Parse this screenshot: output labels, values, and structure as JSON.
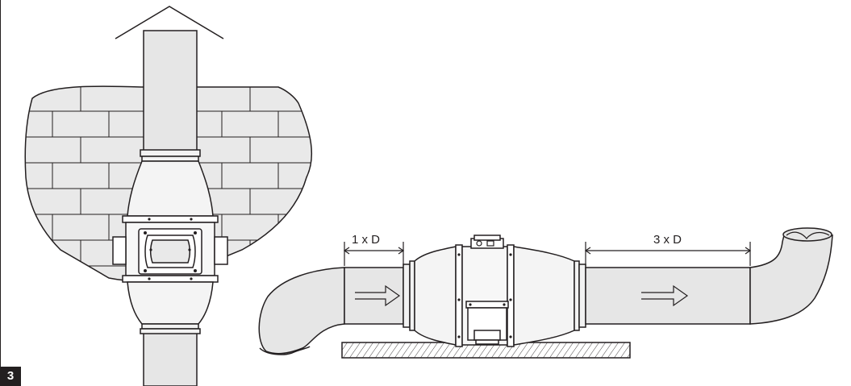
{
  "figure": {
    "number": "3"
  },
  "dimensions": {
    "inlet_distance": "1 x D",
    "outlet_distance": "3 x D"
  },
  "colors": {
    "line": "#231f20",
    "fill_light": "#e9e9e9",
    "fill_duct": "#e6e6e6",
    "background": "#ffffff"
  }
}
